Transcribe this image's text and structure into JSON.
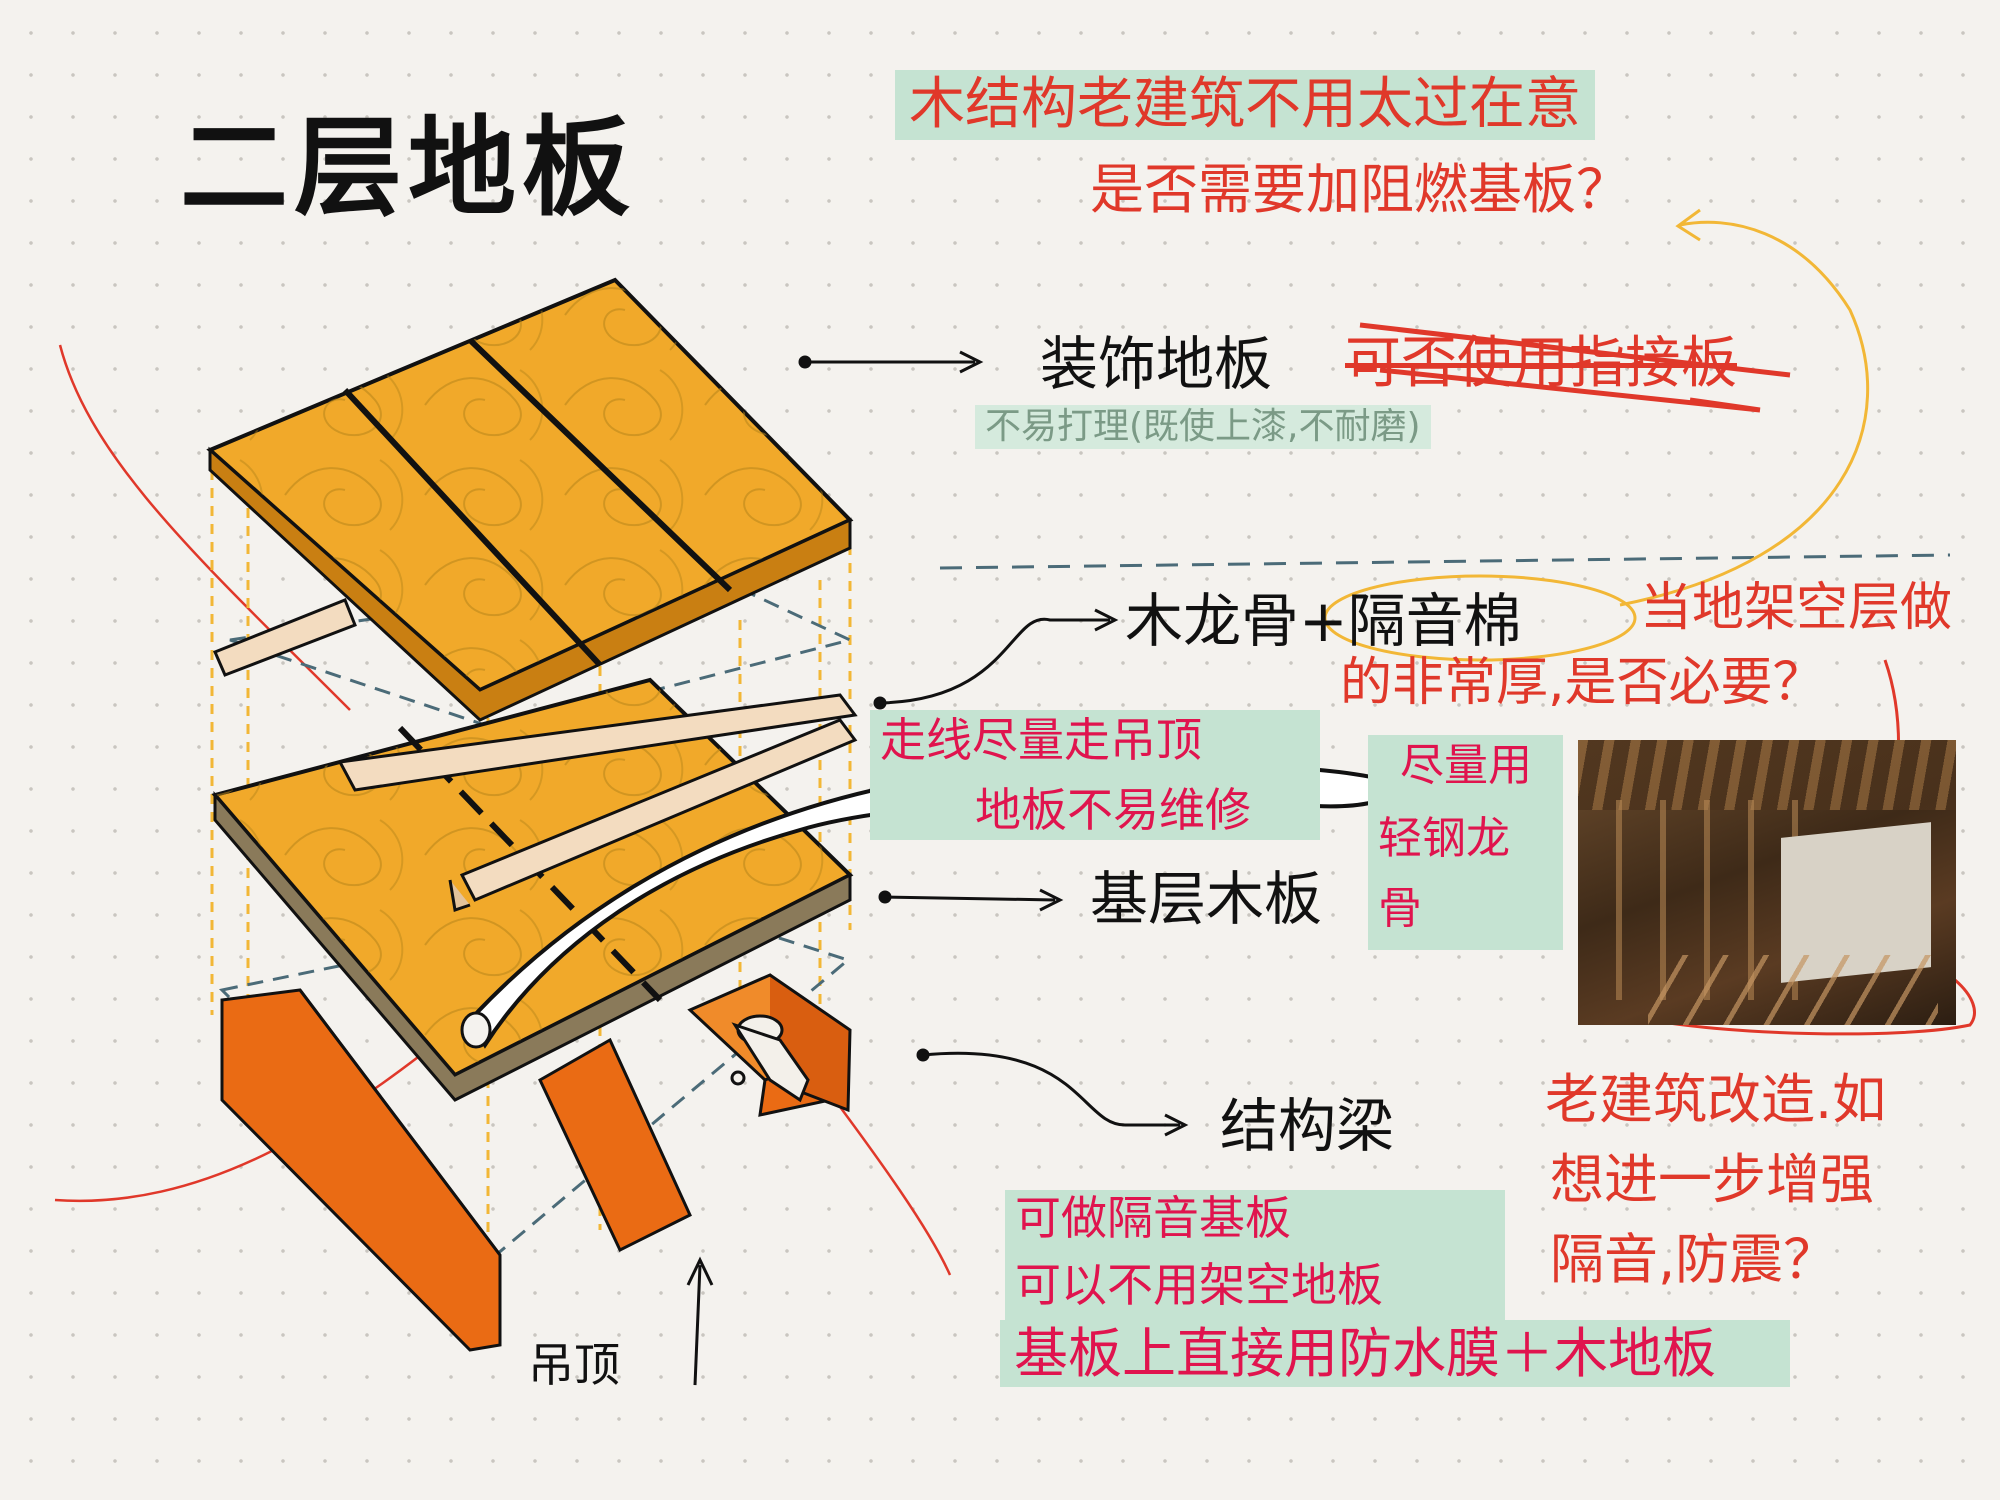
{
  "title": "二层地板",
  "notes": {
    "top_note": "木结构老建筑不用太过在意",
    "question_fire": "是否需要加阻燃基板？",
    "layer_finish": "装饰地板",
    "struck_option": "可否使用指接板",
    "finish_note": "不易打理(既使上漆,不耐磨)",
    "layer_joist": "木龙骨+隔音棉",
    "question_space_1": "当地架空层做",
    "question_space_2": "的非常厚,是否必要？",
    "wiring_1": "走线尽量走吊顶",
    "wiring_2": "地板不易维修",
    "layer_base": "基层木板",
    "steel_1": "尽量用",
    "steel_2": "轻钢龙",
    "steel_3": "骨",
    "layer_beam": "结构梁",
    "renovation_1": "老建筑改造.如",
    "renovation_2": "想进一步增强",
    "renovation_3": "隔音,防震？",
    "sound_1": "可做隔音基板",
    "sound_2": "可以不用架空地板",
    "sound_3": "基板上直接用防水膜＋木地板",
    "ceiling": "吊顶"
  },
  "colors": {
    "wood": "#f1a92a",
    "wood_dark": "#c97f12",
    "beam": "#ea6b14",
    "highlight": "#c5e3d2",
    "note_red": "#e0382a",
    "note_pink": "#e0144e",
    "strip": "#f3dcc0",
    "annotation_yellow": "#f2b736"
  }
}
